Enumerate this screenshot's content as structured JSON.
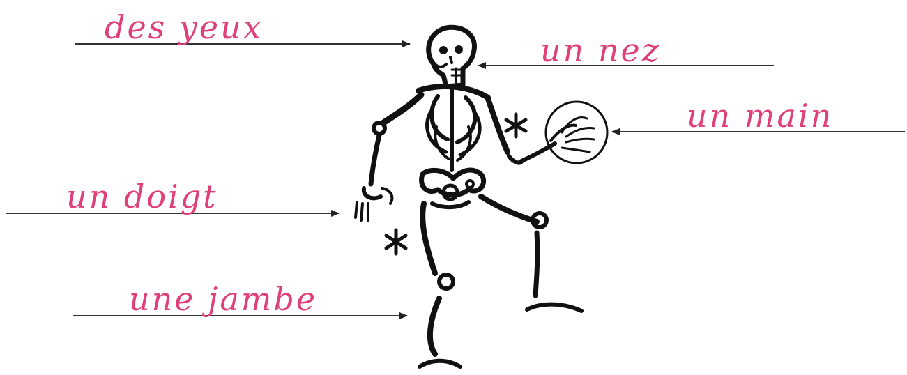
{
  "labels": {
    "yeux": "des yeux",
    "nez": "un nez",
    "main": "un main",
    "doigt": "un doigt",
    "jambe": "une jambe"
  },
  "colors": {
    "handwriting": "#e0407a",
    "ink": "#111111",
    "rule": "#555555"
  }
}
